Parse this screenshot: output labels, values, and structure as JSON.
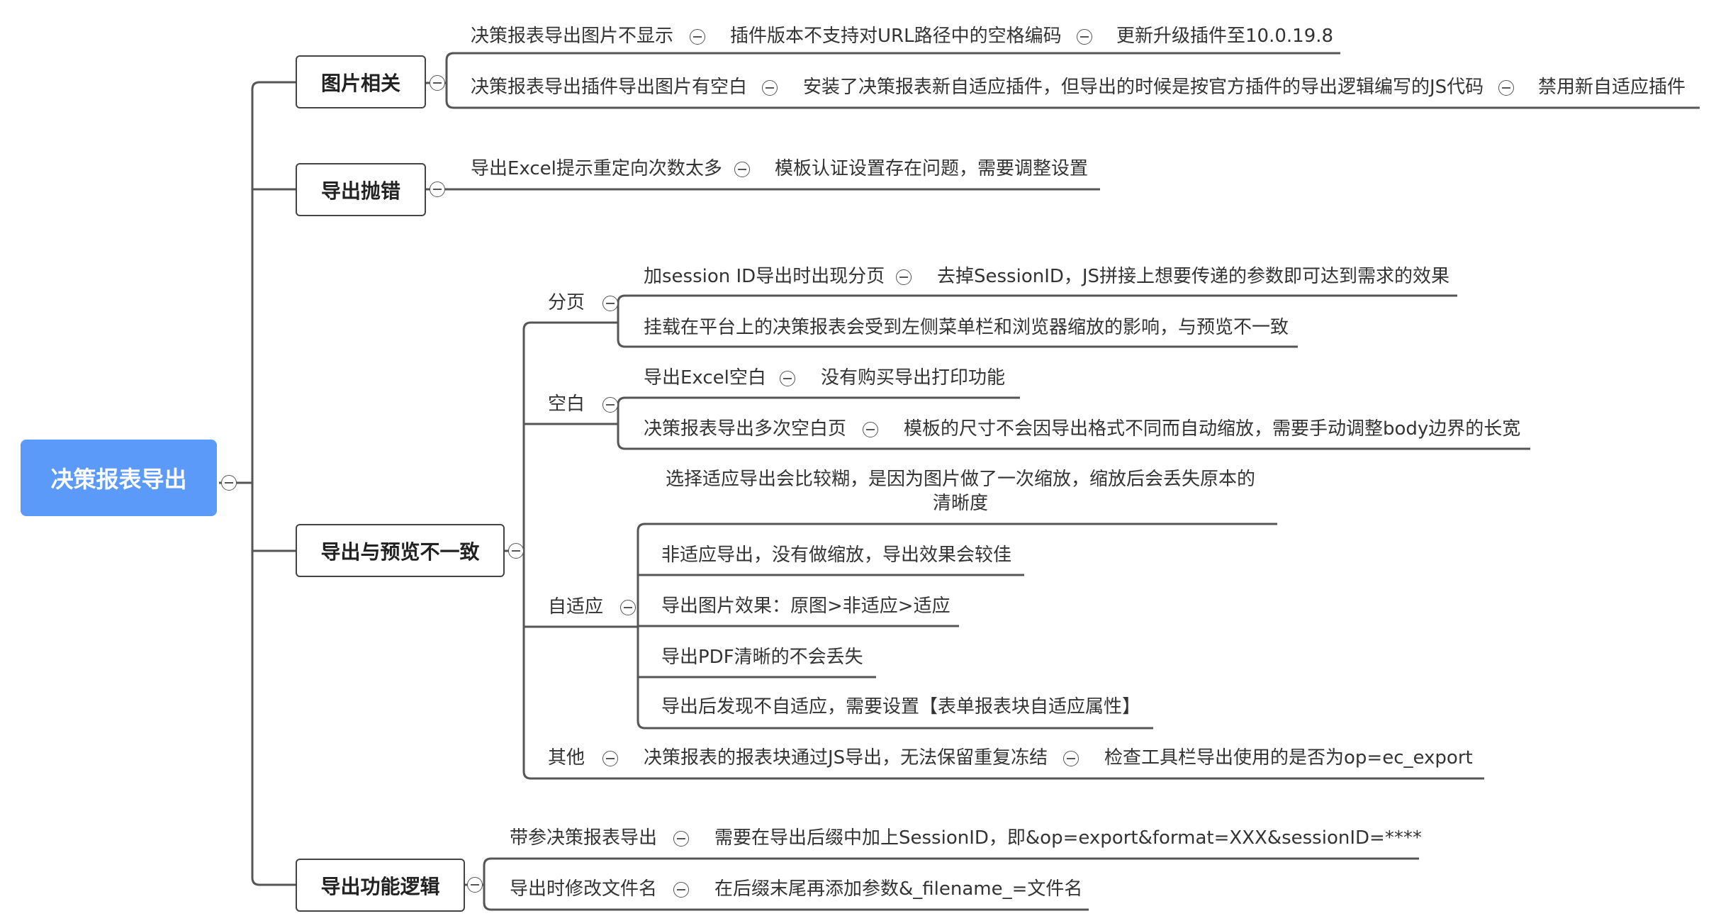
{
  "colors": {
    "root": "#5b9af8",
    "line": "#555555"
  },
  "root": {
    "label": "决策报表导出"
  },
  "branches": [
    {
      "label": "图片相关",
      "rows": [
        [
          "决策报表导出图片不显示",
          "插件版本不支持对URL路径中的空格编码",
          "更新升级插件至10.0.19.8"
        ],
        [
          "决策报表导出插件导出图片有空白",
          "安装了决策报表新自适应插件，但导出的时候是按官方插件的导出逻辑编写的JS代码",
          "禁用新自适应插件"
        ]
      ]
    },
    {
      "label": "导出抛错",
      "rows": [
        [
          "导出Excel提示重定向次数太多",
          "模板认证设置存在问题，需要调整设置"
        ]
      ]
    },
    {
      "label": "导出与预览不一致",
      "groups": [
        {
          "label": "分页",
          "rows": [
            [
              "加session ID导出时出现分页",
              "去掉SessionID，JS拼接上想要传递的参数即可达到需求的效果"
            ],
            [
              "挂载在平台上的决策报表会受到左侧菜单栏和浏览器缩放的影响，与预览不一致"
            ]
          ]
        },
        {
          "label": "空白",
          "rows": [
            [
              "导出Excel空白",
              "没有购买导出打印功能"
            ],
            [
              "决策报表导出多次空白页",
              "模板的尺寸不会因导出格式不同而自动缩放，需要手动调整body边界的长宽"
            ]
          ]
        },
        {
          "label": "自适应",
          "rows": [
            [
              "选择适应导出会比较糊，是因为图片做了一次缩放，缩放后会丢失原本的",
              "清晰度"
            ],
            [
              "非适应导出，没有做缩放，导出效果会较佳"
            ],
            [
              "导出图片效果：原图>非适应>适应"
            ],
            [
              "导出PDF清晰的不会丢失"
            ],
            [
              "导出后发现不自适应，需要设置【表单报表块自适应属性】"
            ]
          ]
        },
        {
          "label": "其他",
          "rows": [
            [
              "决策报表的报表块通过JS导出，无法保留重复冻结",
              "检查工具栏导出使用的是否为op=ec_export"
            ]
          ]
        }
      ]
    },
    {
      "label": "导出功能逻辑",
      "rows": [
        [
          "带参决策报表导出",
          "需要在导出后缀中加上SessionID，即&op=export&format=XXX&sessionID=****"
        ],
        [
          "导出时修改文件名",
          "在后缀末尾再添加参数&_filename_=文件名"
        ]
      ]
    }
  ]
}
